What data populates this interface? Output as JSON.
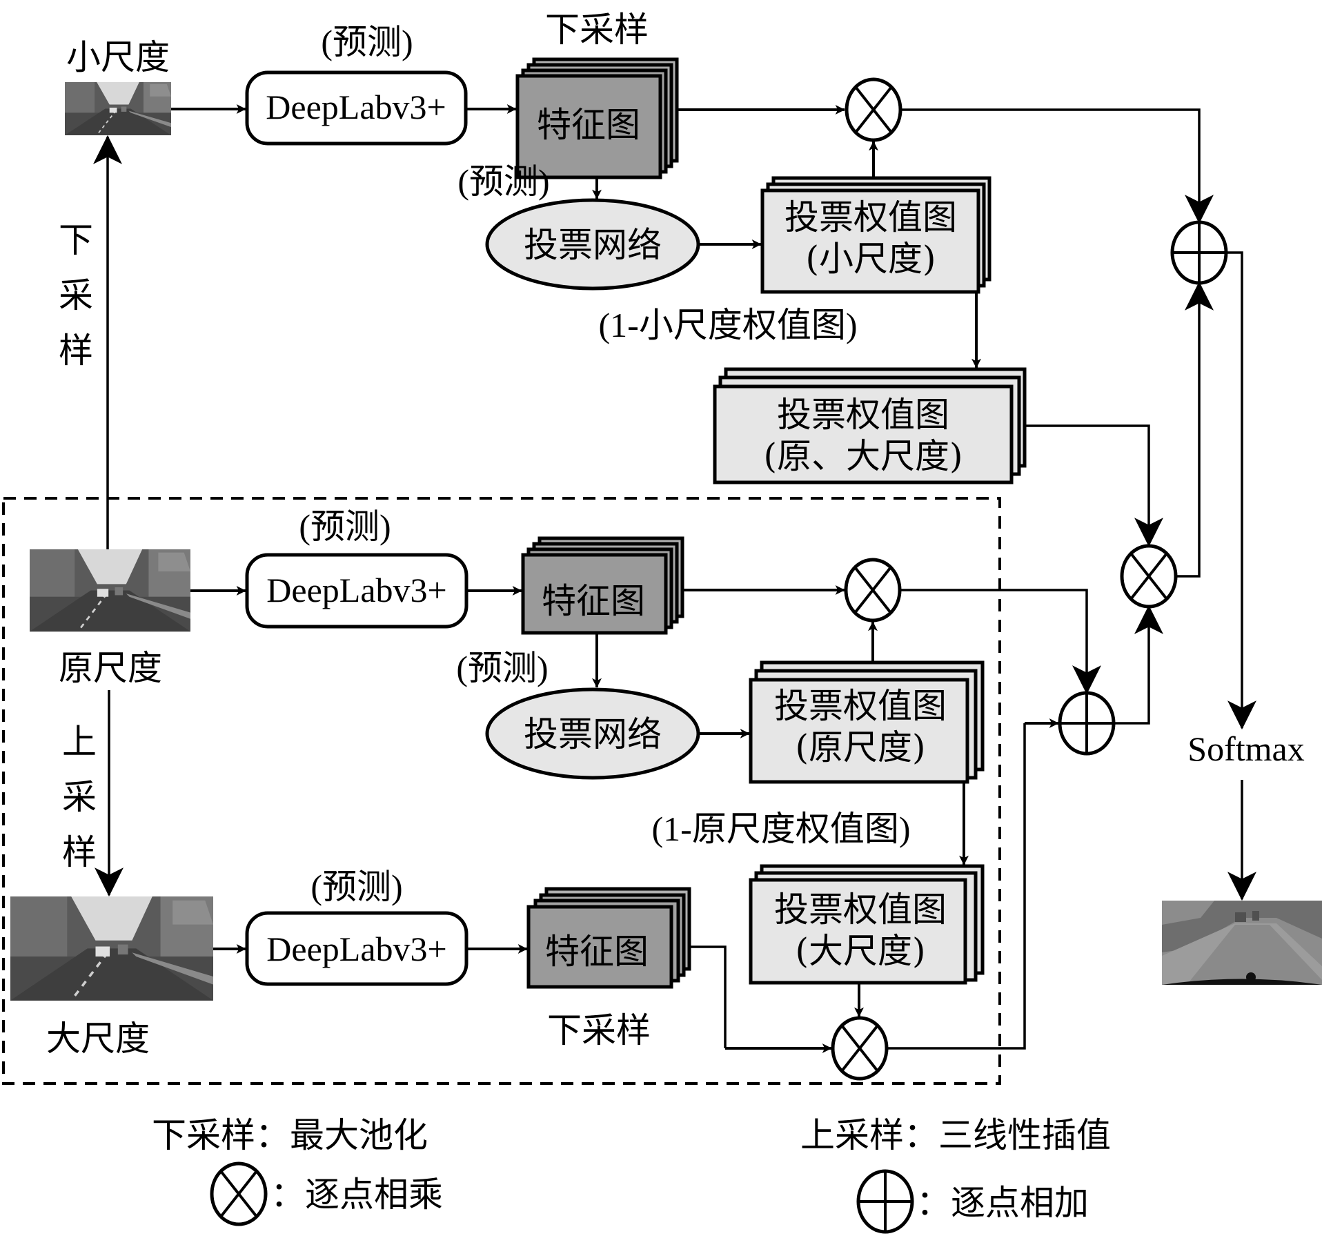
{
  "diagram": {
    "colors": {
      "feature_map_fill": "#9a9a9a",
      "vote_fill": "#e6e6e6",
      "line": "#000000",
      "background": "#ffffff"
    },
    "labels": {
      "predict": "(预测)",
      "downsample": "下采样",
      "upsample": "上采样",
      "deeplab": "DeepLabv3+",
      "feature_map": "特征图",
      "vote_network": "投票网络",
      "vote_weight": "投票权值图",
      "softmax": "Softmax"
    },
    "branches": {
      "small": {
        "scale_label": "小尺度",
        "vote_weight_sub": "(小尺度)",
        "complement_label": "(1-小尺度权值图)"
      },
      "original": {
        "scale_label": "原尺度",
        "vote_weight_sub": "(原尺度)",
        "complement_label": "(1-原尺度权值图)"
      },
      "large": {
        "scale_label": "大尺度",
        "vote_weight_sub": "(大尺度)"
      },
      "combined_weight": {
        "title": "投票权值图",
        "sub": "(原、大尺度)"
      }
    },
    "vertical_labels": {
      "down": [
        "下",
        "采",
        "样"
      ],
      "up": [
        "上",
        "采",
        "样"
      ]
    },
    "legend": {
      "downsample": "下采样：最大池化",
      "upsample": "上采样：三线性插值",
      "multiply": "：逐点相乘",
      "add": "：逐点相加"
    },
    "icons": {
      "multiply": "circled-times",
      "add": "circled-plus",
      "input_images": "street-scene-photo",
      "output_image": "segmentation-map"
    }
  }
}
